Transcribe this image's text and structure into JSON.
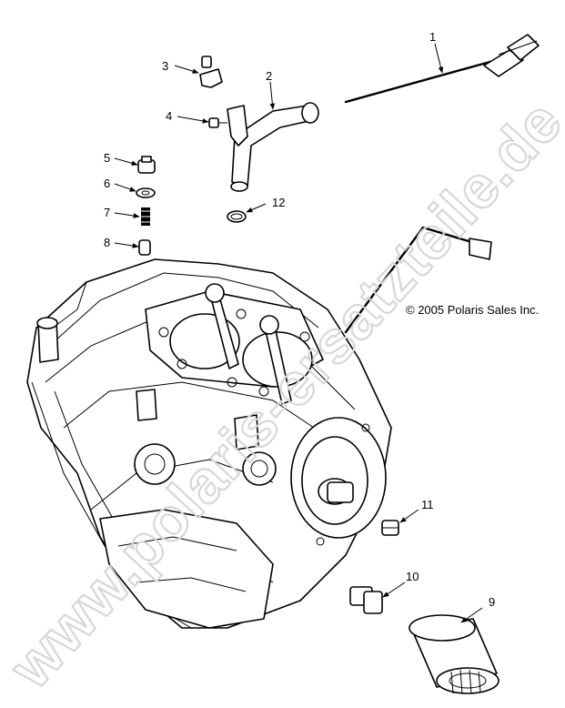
{
  "copyright": "© 2005 Polaris Sales Inc.",
  "watermark": "www.polaris-ersatzteile.de",
  "callouts": [
    {
      "id": "1",
      "text": "1"
    },
    {
      "id": "2",
      "text": "2"
    },
    {
      "id": "3",
      "text": "3"
    },
    {
      "id": "4",
      "text": "4"
    },
    {
      "id": "5",
      "text": "5"
    },
    {
      "id": "6",
      "text": "6"
    },
    {
      "id": "7",
      "text": "7"
    },
    {
      "id": "8",
      "text": "8"
    },
    {
      "id": "9",
      "text": "9"
    },
    {
      "id": "10",
      "text": "10"
    },
    {
      "id": "11",
      "text": "11"
    },
    {
      "id": "12",
      "text": "12"
    }
  ]
}
